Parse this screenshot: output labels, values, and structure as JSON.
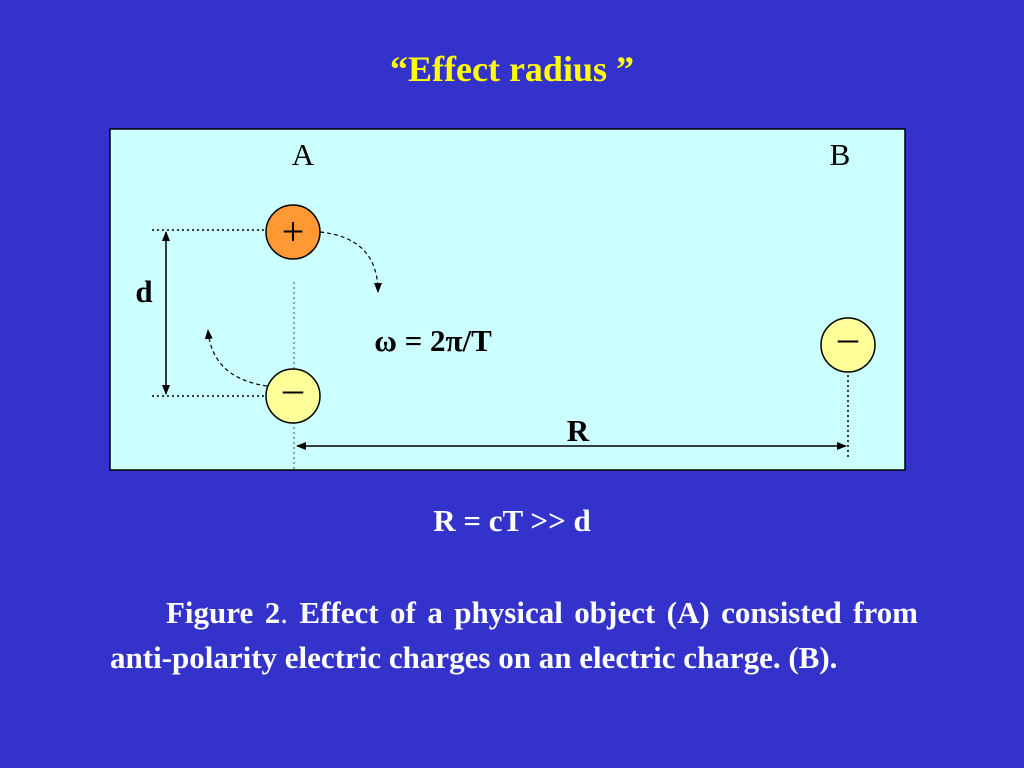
{
  "slide": {
    "title": "“Effect radius ”"
  },
  "diagram": {
    "label_a": "A",
    "label_b": "B",
    "label_d": "d",
    "label_r": "R",
    "omega": "ω = 2π/T",
    "plus_sign": "+",
    "minus_sign": "–",
    "colors": {
      "panel": "#ccffff",
      "plus_charge": "#ff9933",
      "minus_charge": "#ffff99"
    }
  },
  "formula": "R = cT >> d",
  "caption": {
    "figure_label": "Figure 2",
    "separator": ".",
    "text": " Effect of a physical object (A) consisted from anti-polarity electric charges on an electric charge. (B)."
  }
}
